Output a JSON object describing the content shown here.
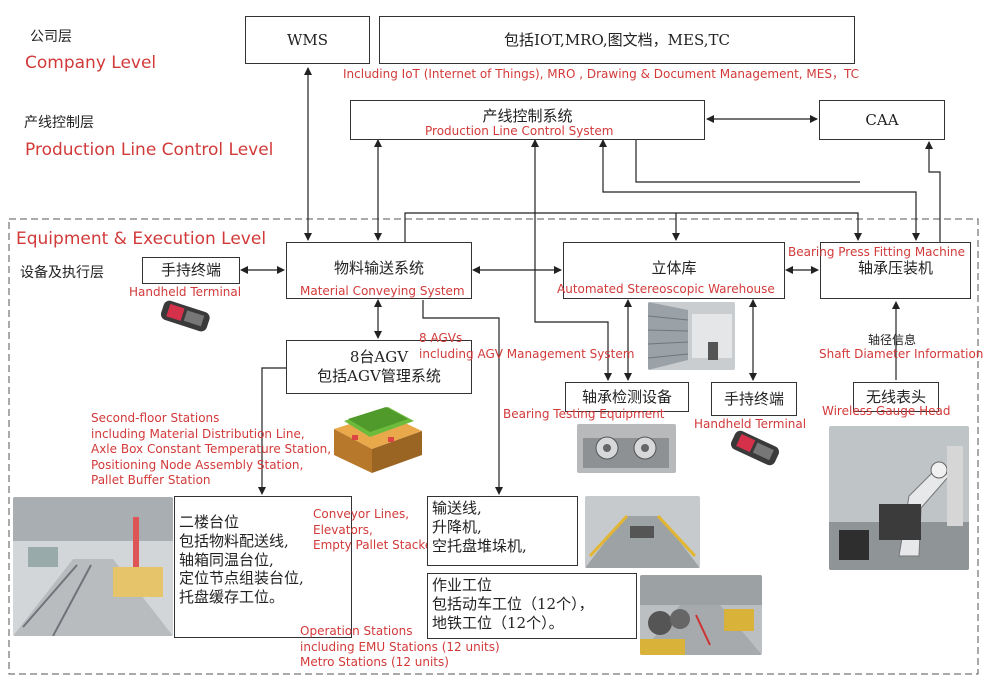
{
  "levels": {
    "company": {
      "cn": "公司层",
      "en": "Company Level"
    },
    "production": {
      "cn": "产线控制层",
      "en": "Production Line Control Level"
    },
    "equipment": {
      "cn": "设备及执行层",
      "en": "Equipment & Execution Level"
    }
  },
  "nodes": {
    "wms": {
      "cn": "WMS"
    },
    "company_systems": {
      "cn": "包括IOT,MRO,图文档，MES,TC",
      "en": "Including IoT (Internet of Things), MRO , Drawing & Document Management, MES，TC"
    },
    "plc_system": {
      "cn": "产线控制系统",
      "en": "Production Line Control System"
    },
    "caa": {
      "cn": "CAA"
    },
    "handheld_left": {
      "cn": "手持终端",
      "en": "Handheld Terminal"
    },
    "conveying": {
      "cn": "物料输送系统",
      "en": "Material Conveying System"
    },
    "stereo_wh": {
      "cn": "立体库",
      "en": "Automated Stereoscopic Warehouse"
    },
    "bearing_press": {
      "cn": "轴承压装机",
      "en": "Bearing Press Fitting Machine"
    },
    "agv": {
      "cn": "8台AGV\n包括AGV管理系统",
      "en": "8 AGVs\nincluding AGV Management System"
    },
    "bearing_test": {
      "cn": "轴承检测设备",
      "en": "Bearing Testing Equipment"
    },
    "handheld_right": {
      "cn": "手持终端",
      "en": "Handheld Terminal"
    },
    "gauge_head": {
      "cn": "无线表头",
      "en": "Wireless Gauge Head"
    },
    "shaft_info": {
      "cn": "轴径信息",
      "en": "Shaft Diameter Information"
    },
    "second_floor": {
      "cn": "二楼台位\n包括物料配送线,\n轴箱同温台位,\n定位节点组装台位,\n托盘缓存工位。",
      "en": "Second-floor Stations\nincluding Material Distribution Line,\nAxle Box Constant Temperature Station,\nPositioning Node Assembly Station,\nPallet Buffer Station"
    },
    "conveyor_lines": {
      "cn": "输送线,\n升降机,\n空托盘堆垛机,",
      "en": "Conveyor Lines,\nElevators,\nEmpty Pallet Stacker"
    },
    "operation": {
      "cn": "作业工位\n包括动车工位（12个），\n地铁工位（12个）。",
      "en": "Operation Stations\nincluding EMU Stations (12 units)\nMetro Stations (12 units)"
    }
  },
  "colors": {
    "accent": "#d23a3a",
    "line": "#333333"
  }
}
